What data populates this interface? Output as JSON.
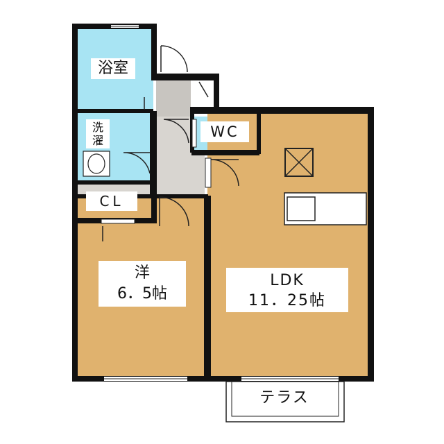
{
  "rooms": {
    "bath": {
      "label": "浴室"
    },
    "washroom": {
      "label": "洗\n濯"
    },
    "wc": {
      "label": "WC"
    },
    "closet": {
      "label": "CL"
    },
    "western_room": {
      "label": "洋\n6．5帖"
    },
    "ldk": {
      "label": "LDK\n11．25帖"
    },
    "terrace": {
      "label": "テラス"
    }
  },
  "colors": {
    "wall": "#111111",
    "floor_wood": "#E0B26E",
    "wet_area": "#A8E4F3",
    "hall": "#C8C5C0",
    "closet": "#D8D5D0",
    "door_line": "#222222"
  }
}
